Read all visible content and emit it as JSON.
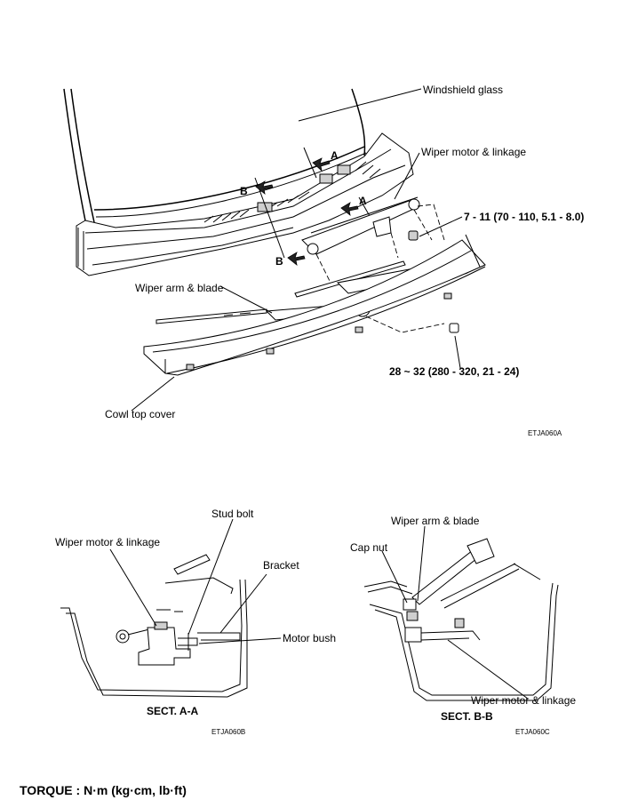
{
  "main_view": {
    "labels": {
      "windshield_glass": "Windshield glass",
      "wiper_motor_linkage": "Wiper motor & linkage",
      "torque_motor": "7 - 11 (70 - 110, 5.1 - 8.0)",
      "wiper_arm_blade": "Wiper arm & blade",
      "torque_arm": "28 ~ 32 (280 - 320, 21 - 24)",
      "cowl_top_cover": "Cowl top cover",
      "section_a": "A",
      "section_b": "B"
    },
    "figure_code": "ETJA060A"
  },
  "section_aa": {
    "labels": {
      "stud_bolt": "Stud bolt",
      "wiper_motor_linkage": "Wiper motor & linkage",
      "bracket": "Bracket",
      "motor_bush": "Motor bush"
    },
    "title": "SECT. A-A",
    "figure_code": "ETJA060B"
  },
  "section_bb": {
    "labels": {
      "wiper_arm_blade": "Wiper arm & blade",
      "cap_nut": "Cap nut",
      "wiper_motor_linkage": "Wiper motor & linkage"
    },
    "title": "SECT. B-B",
    "figure_code": "ETJA060C"
  },
  "torque_note": "TORQUE : N·m (kg·cm, lb·ft)"
}
